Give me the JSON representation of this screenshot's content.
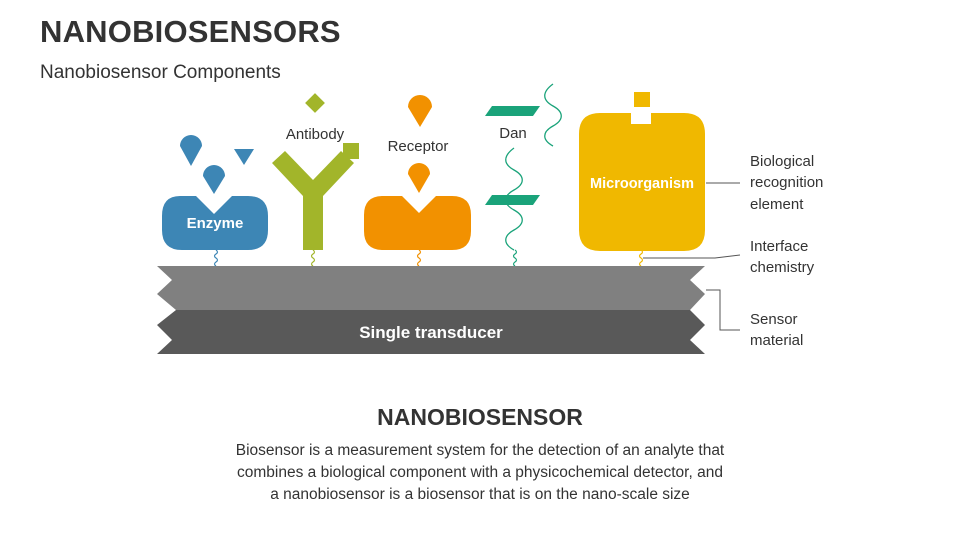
{
  "slide": {
    "title": "NANOBIOSENSORS",
    "subtitle": "Nanobiosensor Components"
  },
  "diagram": {
    "components": [
      {
        "label": "Enzyme",
        "color": "#3d86b5"
      },
      {
        "label": "Antibody",
        "color": "#a2b52a"
      },
      {
        "label": "Receptor",
        "color": "#f29100"
      },
      {
        "label": "Dan",
        "color": "#1aa37a"
      },
      {
        "label": "Microorganism",
        "color": "#f0b800"
      }
    ],
    "transducer_label": "Single transducer",
    "callouts": {
      "biological": [
        "Biological",
        "recognition",
        "element"
      ],
      "interface": [
        "Interface",
        "chemistry"
      ],
      "sensor": [
        "Sensor",
        "material"
      ]
    },
    "colors": {
      "layer_top": "#808080",
      "layer_bottom": "#595959",
      "text": "#333333"
    }
  },
  "description": {
    "heading": "NANOBIOSENSOR",
    "lines": [
      "Biosensor is a measurement system for the detection of an analyte that",
      "combines a biological component with a physicochemical detector, and",
      "a nanobiosensor is a biosensor that is on the nano-scale size"
    ]
  }
}
